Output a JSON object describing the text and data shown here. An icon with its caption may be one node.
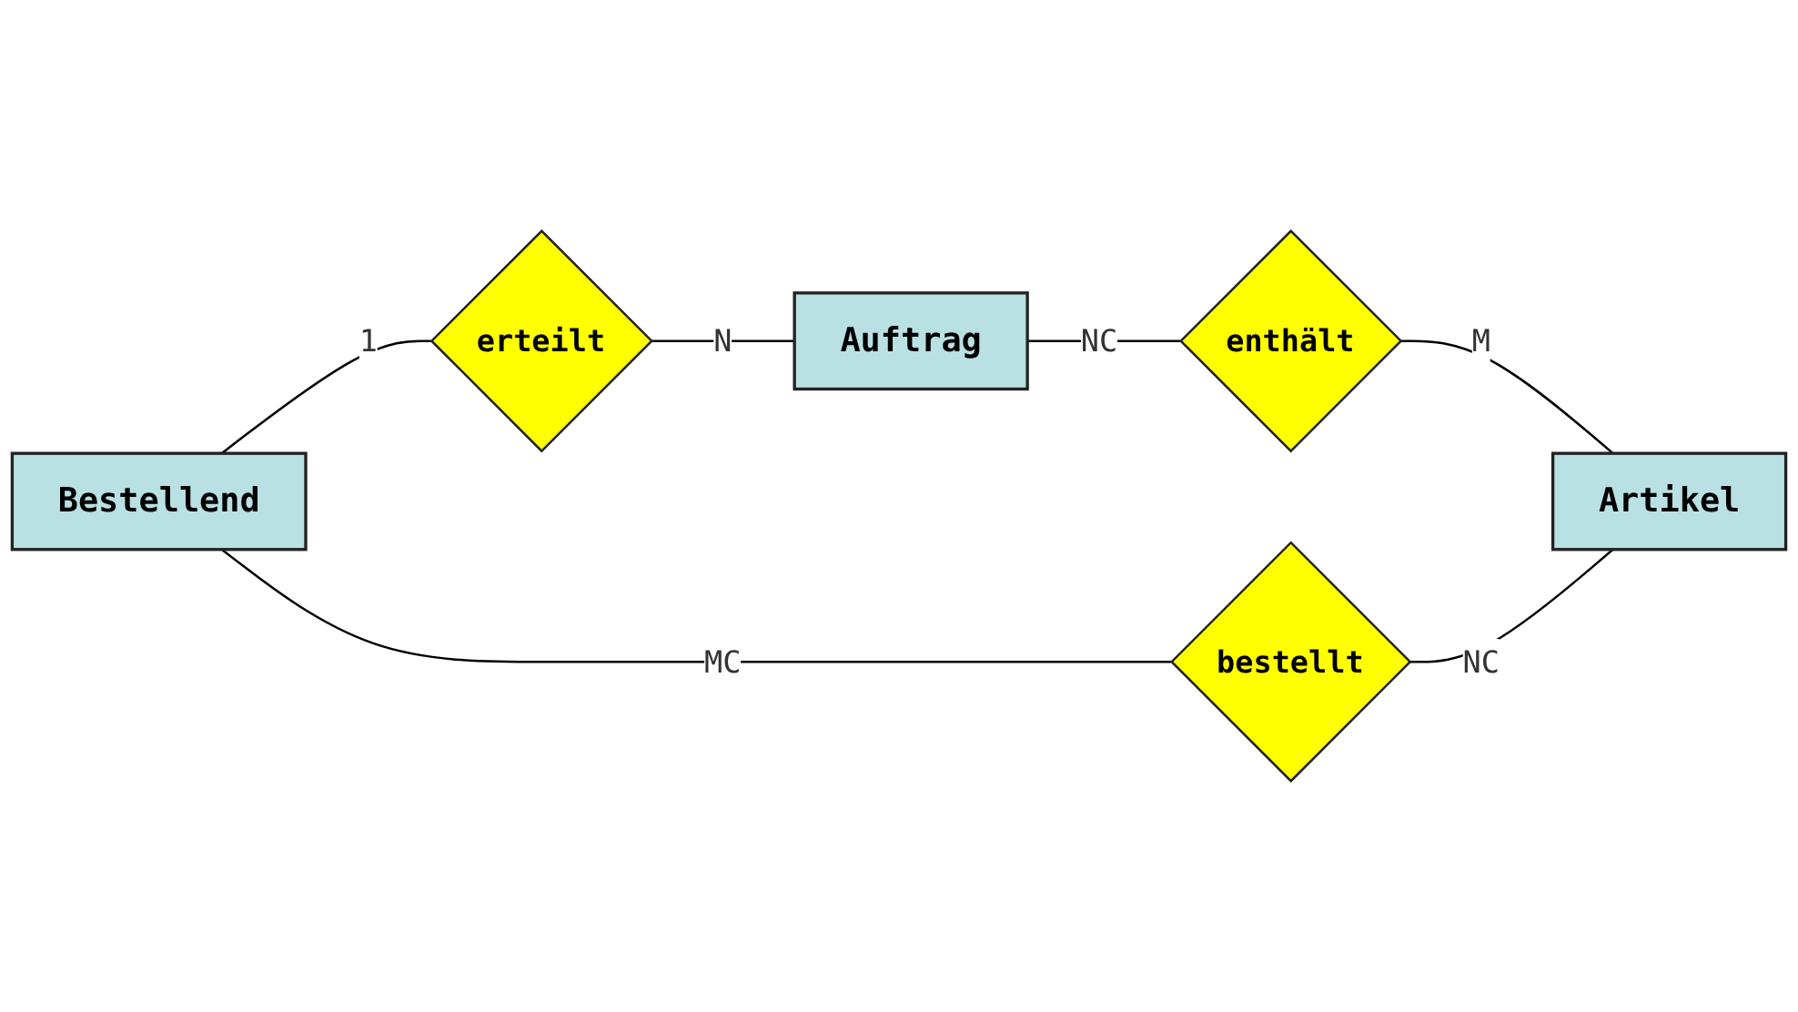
{
  "diagram": {
    "nodes": [
      {
        "text": [
          "Bestellend"
        ]
      },
      {
        "text": [
          "erteilt"
        ]
      },
      {
        "text": [
          "Auftrag"
        ]
      },
      {
        "text": [
          "enthält"
        ]
      },
      {
        "text": [
          "bestellt"
        ]
      },
      {
        "text": [
          "Artikel"
        ]
      }
    ],
    "edges": [
      {
        "from": 0,
        "to": 1,
        "arrow": "none",
        "label": "1"
      },
      {
        "from": 1,
        "to": 2,
        "arrow": "none",
        "label": "N"
      },
      {
        "from": 2,
        "to": 3,
        "arrow": "none",
        "label": "NC"
      },
      {
        "from": 3,
        "to": 5,
        "arrow": "none",
        "label": "M"
      },
      {
        "from": 0,
        "to": 4,
        "arrow": "none",
        "label": "MC"
      },
      {
        "from": 4,
        "to": 5,
        "arrow": "none",
        "label": "NC"
      }
    ]
  }
}
